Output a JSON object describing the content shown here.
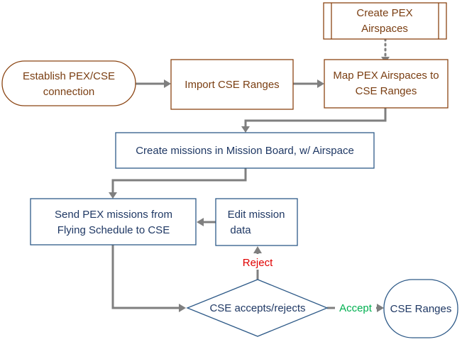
{
  "nodes": {
    "create_pex_airspaces": {
      "line1": "Create PEX",
      "line2": "Airspaces"
    },
    "establish_connection": {
      "line1": "Establish PEX/CSE",
      "line2": "connection"
    },
    "import_cse_ranges": {
      "line1": "Import CSE Ranges"
    },
    "map_airspaces": {
      "line1": "Map PEX Airspaces to",
      "line2": "CSE Ranges"
    },
    "create_missions": {
      "line1": "Create missions in Mission Board, w/ Airspace"
    },
    "send_missions": {
      "line1": "Send PEX missions from",
      "line2": "Flying Schedule to CSE"
    },
    "edit_mission": {
      "line1": "Edit mission",
      "line2": "data"
    },
    "cse_decision": {
      "line1": "CSE accepts/rejects"
    },
    "cse_ranges": {
      "line1": "CSE Ranges"
    }
  },
  "edges": {
    "reject_label": "Reject",
    "accept_label": "Accept"
  },
  "colors": {
    "brown_border": "#8b4513",
    "brown_text": "#7a3e12",
    "blue_border": "#2e5a88",
    "blue_text": "#1f3864",
    "arrow": "#7f7f7f",
    "reject": "#e00000",
    "accept": "#00b050"
  }
}
